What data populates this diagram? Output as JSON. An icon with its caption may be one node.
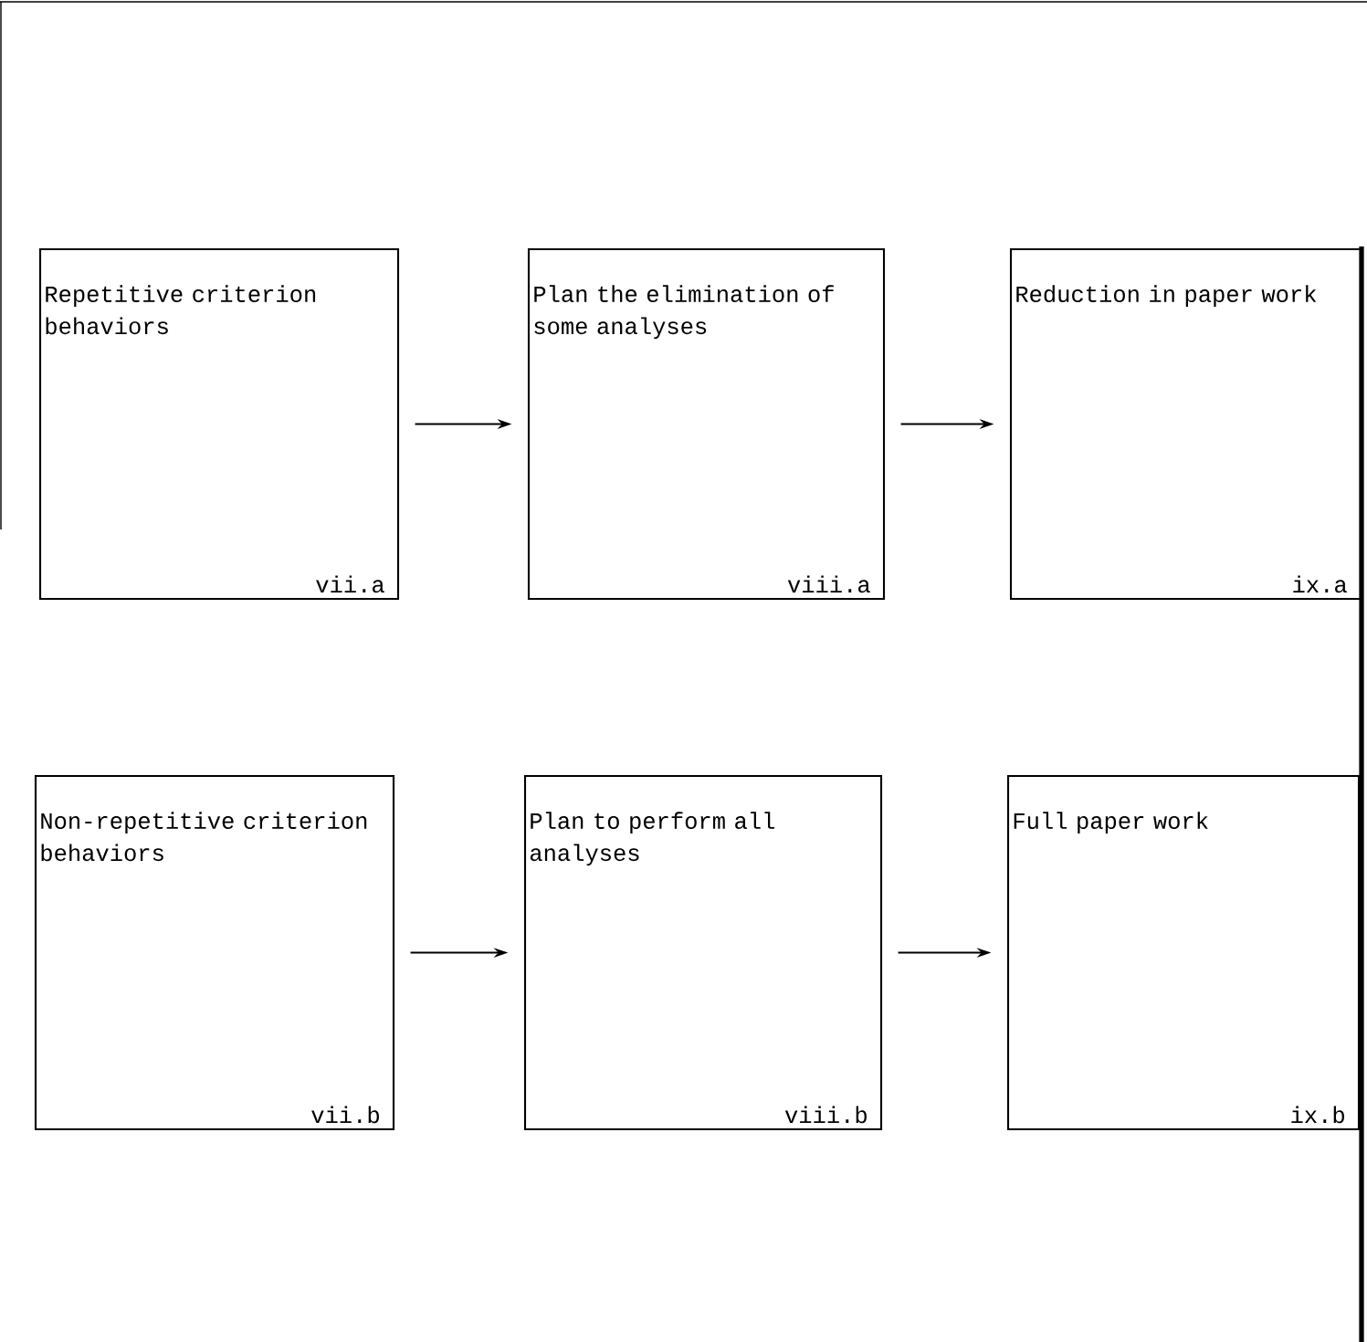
{
  "diagram": {
    "nodes": [
      {
        "text": [
          "Repetitive criterion behaviors",
          "vii.a"
        ]
      },
      {
        "text": [
          "Plan the elimination of some analyses",
          "viii.a"
        ]
      },
      {
        "text": [
          "Reduction in paper work",
          "ix.a"
        ]
      },
      {
        "text": [
          "Non-repetitive criterion behaviors",
          "vii.b"
        ]
      },
      {
        "text": [
          "Plan to perform all analyses",
          "viii.b"
        ]
      },
      {
        "text": [
          "Full paper work",
          "ix.b"
        ]
      }
    ],
    "edges": [
      {
        "from": 0,
        "to": 1,
        "arrow": "to"
      },
      {
        "from": 1,
        "to": 2,
        "arrow": "to"
      },
      {
        "from": 3,
        "to": 4,
        "arrow": "to"
      },
      {
        "from": 4,
        "to": 5,
        "arrow": "to"
      }
    ]
  }
}
